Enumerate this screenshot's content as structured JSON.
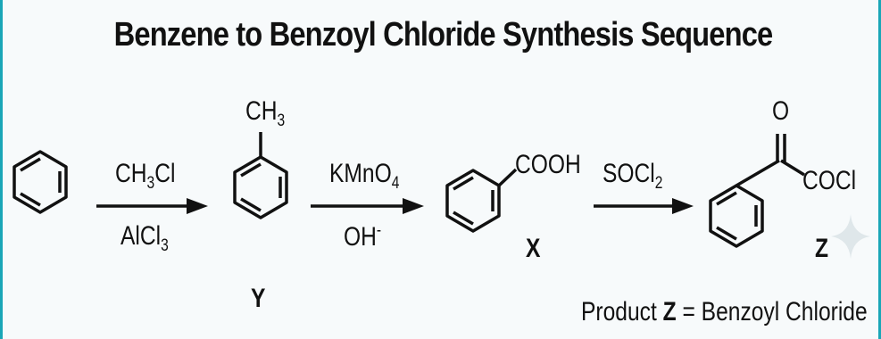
{
  "title": "Benzene to Benzoyl Chloride Synthesis Sequence",
  "step1": {
    "reagent_top_main": "CH",
    "reagent_top_sub": "3",
    "reagent_top_tail": "Cl",
    "reagent_bottom_main": "AlCl",
    "reagent_bottom_sub": "3"
  },
  "step2": {
    "reagent_top_main": "KMnO",
    "reagent_top_sub": "4",
    "reagent_bottom_main": "OH",
    "reagent_bottom_sup": "-"
  },
  "step3": {
    "reagent_top_main": "SOCl",
    "reagent_top_sub": "2"
  },
  "toluene": {
    "substituent_main": "CH",
    "substituent_sub": "3",
    "label": "Y"
  },
  "benzoic_acid": {
    "substituent": "COOH",
    "label": "X"
  },
  "product": {
    "carbonyl_o": "O",
    "substituent": "COCl",
    "label": "Z"
  },
  "footer": {
    "prefix": "Product ",
    "label": "Z",
    "suffix": " = Benzoyl Chloride"
  }
}
